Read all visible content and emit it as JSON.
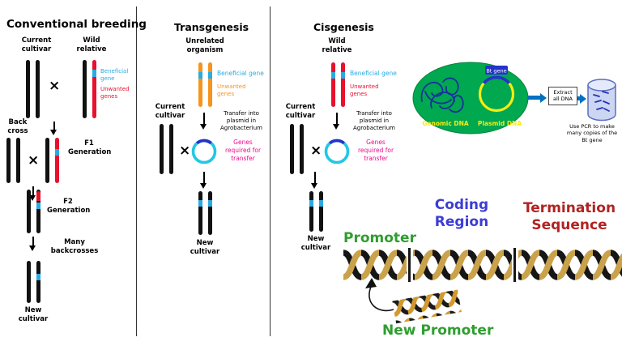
{
  "symbols": {
    "cross": "×"
  },
  "colors": {
    "beneficial_blue": "#29abe2",
    "unwanted_red": "#e8112d",
    "unwanted_orange": "#f7941d",
    "transfer_magenta": "#ec0b8f",
    "plasmid_cyan": "#22c7e5",
    "insert_blue": "#2433c9",
    "cell_green": "#00a84f",
    "plasmid_yellow": "#f7ec13",
    "promoter_green": "#2f9e2f",
    "coding_blue": "#3c3cd6",
    "termination_red": "#b22222",
    "helix_gold": "#c9a24b",
    "arrow_blue": "#0070c0"
  },
  "conventional": {
    "title": "Conventional breeding",
    "current_cultivar": "Current cultivar",
    "wild_relative": "Wild relative",
    "beneficial_gene": "Beneficial gene",
    "unwanted_genes": "Unwanted genes",
    "back_cross": "Back cross",
    "f1_generation": "F1 Generation",
    "f2_generation": "F2 Generation",
    "many_backcrosses": "Many backcrosses",
    "new_cultivar": "New cultivar"
  },
  "transgenesis": {
    "title": "Transgenesis",
    "unrelated_organism": "Unrelated organism",
    "beneficial_gene": "Beneficial gene",
    "unwanted_genes": "Unwanted genes",
    "transfer": "Transfer into plasmid in Agrobacterium",
    "current_cultivar": "Current cultivar",
    "genes_required": "Genes required for transfer",
    "new_cultivar": "New cultivar"
  },
  "cisgenesis": {
    "title": "Cisgenesis",
    "wild_relative": "Wild relative",
    "beneficial_gene": "Beneficial gene",
    "unwanted_genes": "Unwanted genes",
    "transfer": "Transfer into plasmid in Agrobacterium",
    "current_cultivar": "Current cultivar",
    "genes_required": "Genes required for transfer",
    "new_cultivar": "New cultivar"
  },
  "cell_diagram": {
    "bt_gene": "Bt gene",
    "genomic_dna": "Genomic DNA",
    "plasmid_dna": "Plasmid DNA",
    "extract": "Extract all DNA",
    "pcr_note": "Use PCR to make many copies of the Bt gene"
  },
  "gene_construct": {
    "promoter": "Promoter",
    "coding_region": "Coding Region",
    "termination_sequence": "Termination Sequence",
    "new_promoter": "New Promoter"
  }
}
